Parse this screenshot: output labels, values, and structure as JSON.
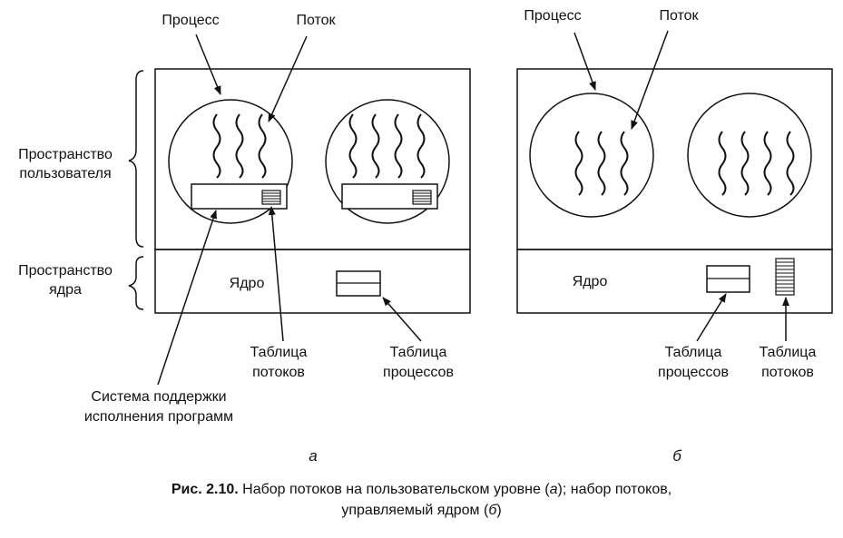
{
  "panel_a": {
    "process": "Процесс",
    "thread": "Поток",
    "user_space_1": "Пространство",
    "user_space_2": "пользователя",
    "kernel_space_1": "Пространство",
    "kernel_space_2": "ядра",
    "kernel": "Ядро",
    "thread_table_1": "Таблица",
    "thread_table_2": "потоков",
    "process_table_1": "Таблица",
    "process_table_2": "процессов",
    "runtime_1": "Система поддержки",
    "runtime_2": "исполнения программ",
    "sub": "a"
  },
  "panel_b": {
    "process": "Процесс",
    "thread": "Поток",
    "kernel": "Ядро",
    "process_table_1": "Таблица",
    "process_table_2": "процессов",
    "thread_table_1": "Таблица",
    "thread_table_2": "потоков",
    "sub": "б"
  },
  "caption": {
    "bold": "Рис. 2.10.",
    "t1": " Набор потоков на пользовательском уровне (",
    "a": "a",
    "t2": "); набор потоков,",
    "t3": "управляемый ядром (",
    "b": "б",
    "t4": ")"
  }
}
